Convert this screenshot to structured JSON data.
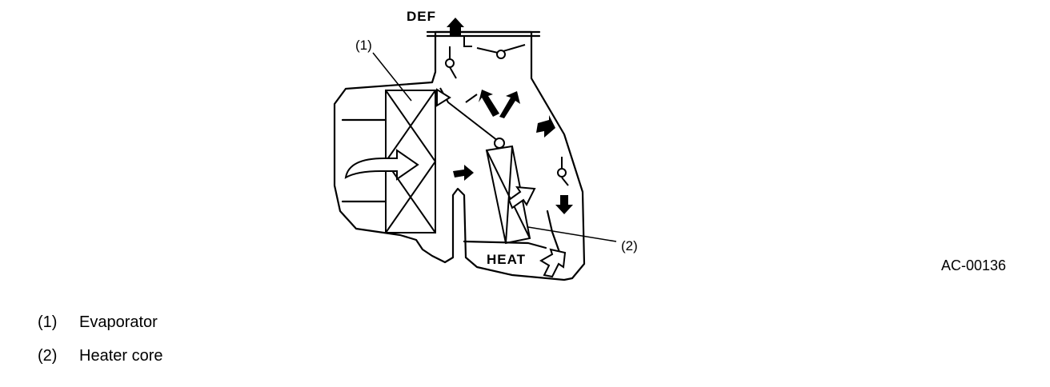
{
  "diagram": {
    "labels": {
      "def": "DEF",
      "heat": "HEAT",
      "callout_1": "(1)",
      "callout_2": "(2)",
      "figure_id": "AC-00136"
    }
  },
  "legend": {
    "items": [
      {
        "num": "(1)",
        "text": "Evaporator"
      },
      {
        "num": "(2)",
        "text": "Heater core"
      }
    ]
  }
}
